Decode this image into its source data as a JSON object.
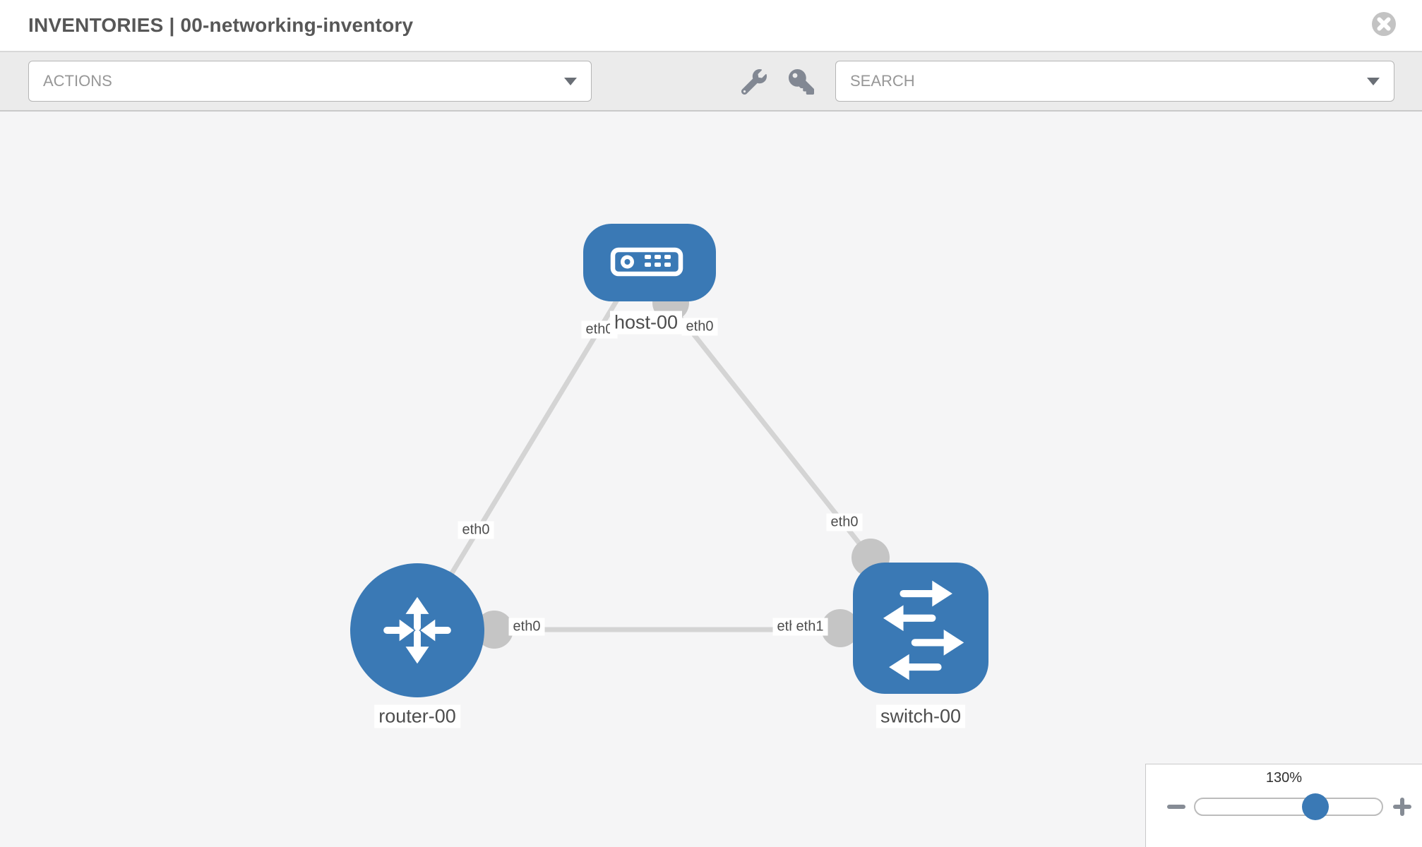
{
  "header": {
    "title": "INVENTORIES | 00-networking-inventory"
  },
  "toolbar": {
    "actions_placeholder": "ACTIONS",
    "search_placeholder": "SEARCH",
    "tool_icons": [
      "wrench-icon",
      "key-icon"
    ]
  },
  "topology": {
    "nodes": [
      {
        "label": "host-00",
        "type": "host",
        "shape": "rounded-rect",
        "icon": "host-icon"
      },
      {
        "label": "router-00",
        "type": "router",
        "shape": "circle",
        "icon": "router-arrows-icon"
      },
      {
        "label": "switch-00",
        "type": "switch",
        "shape": "rounded-square",
        "icon": "switch-arrows-icon"
      }
    ],
    "links": [
      {
        "from": "host-00",
        "to": "router-00",
        "from_interface": "eth0",
        "to_interface": "eth0"
      },
      {
        "from": "host-00",
        "to": "switch-00",
        "from_interface": "eth0",
        "to_interface": "eth0"
      },
      {
        "from": "router-00",
        "to": "switch-00",
        "from_interface": "eth0",
        "to_interface": "eth1"
      }
    ],
    "interfaces": {
      "host_left": "eth0",
      "host_right": "eth0",
      "router_top": "eth0",
      "router_right": "eth0",
      "switch_top": "eth0",
      "switch_left_hidden": "eth0",
      "switch_left": "eth1"
    }
  },
  "zoom_control": {
    "level": "130%",
    "minus_icon": "minus-icon",
    "plus_icon": "plus-icon",
    "thumb_percent": 64
  },
  "colors": {
    "node_blue": "#3a79b5",
    "link_gray": "#d4d4d4",
    "connector_gray": "#c5c5c5",
    "toolbar_bg": "#ebebeb",
    "canvas_bg": "#f5f5f6",
    "title_text": "#575757",
    "placeholder_text": "#979797",
    "label_text": "#4d4d4d"
  }
}
